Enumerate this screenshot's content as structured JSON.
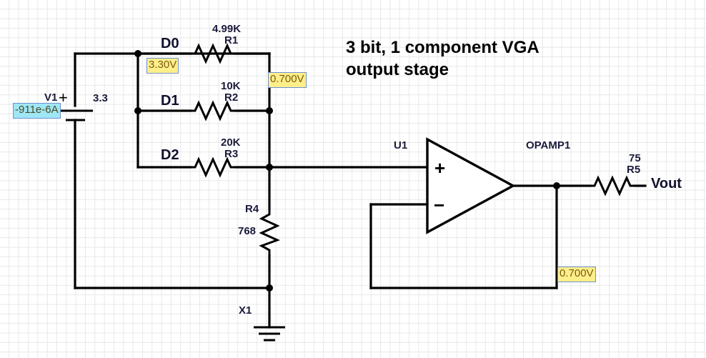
{
  "title": {
    "line1": "3 bit, 1 component VGA",
    "line2": "output stage"
  },
  "source": {
    "ref": "V1",
    "value": "3.3",
    "polarity": "+",
    "current_annotation": "-911e-6A"
  },
  "branches": [
    {
      "name": "D0",
      "resistor_value": "4.99K",
      "resistor_ref": "R1"
    },
    {
      "name": "D1",
      "resistor_value": "10K",
      "resistor_ref": "R2"
    },
    {
      "name": "D2",
      "resistor_value": "20K",
      "resistor_ref": "R3"
    }
  ],
  "pulldown": {
    "ref": "R4",
    "value": "768"
  },
  "series_out": {
    "value": "75",
    "ref": "R5"
  },
  "ground": {
    "ref": "X1"
  },
  "opamp": {
    "ref": "U1",
    "model": "OPAMP1",
    "plus_pin": "+",
    "minus_pin": "−"
  },
  "output": {
    "label": "Vout"
  },
  "annotations": [
    {
      "name": "node-d0-voltage",
      "text": "3.30V",
      "kind": "voltage"
    },
    {
      "name": "node-sum-voltage",
      "text": "0.700V",
      "kind": "voltage"
    },
    {
      "name": "feedback-voltage",
      "text": "0.700V",
      "kind": "voltage"
    },
    {
      "name": "source-current",
      "text": "-911e-6A",
      "kind": "current"
    }
  ],
  "colors": {
    "wire": "#000000",
    "grid": "#e8e8e8",
    "voltage_badge_bg": "#ffef8a",
    "voltage_badge_text": "#7a5a12",
    "current_badge_bg": "#9fe7f5",
    "badge_border": "#6e8fd0",
    "label_text": "#11112e"
  }
}
